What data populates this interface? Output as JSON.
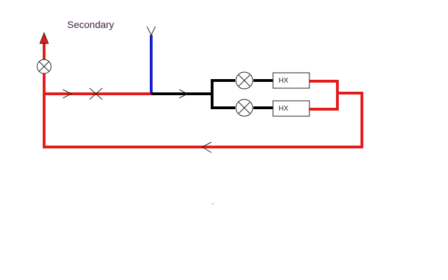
{
  "diagram": {
    "title": "Secondary",
    "heat_exchangers": [
      {
        "label": "HX"
      },
      {
        "label": "HX"
      }
    ],
    "colors": {
      "loop_pipe": "#e31b1b",
      "branch_pipe": "#000000",
      "supply_pipe": "#1a20c8"
    },
    "icons": [
      "valve-icon",
      "check-valve-icon",
      "flow-arrow-icon",
      "vent-arrow-icon"
    ]
  }
}
